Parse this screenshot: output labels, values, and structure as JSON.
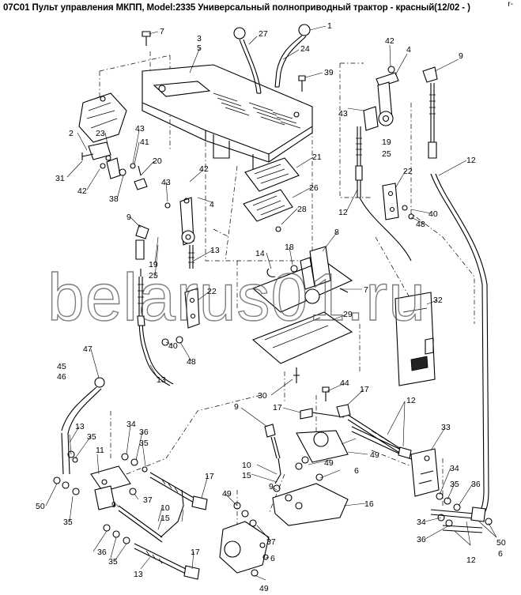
{
  "header": {
    "title": "07C01 Пульт управления МКПП, Model:2335 Универсальный полноприводный трактор - красный(12/02 - )",
    "corner_mark": "r-"
  },
  "watermark": "belarus01.ru",
  "callouts": [
    "7",
    "27",
    "1",
    "3",
    "5",
    "24",
    "42",
    "4",
    "9",
    "39",
    "43",
    "19",
    "25",
    "2",
    "23",
    "43",
    "41",
    "20",
    "31",
    "42",
    "38",
    "42",
    "43",
    "4",
    "21",
    "26",
    "28",
    "22",
    "40",
    "48",
    "12",
    "12",
    "9",
    "19",
    "25",
    "13",
    "22",
    "8",
    "18",
    "14",
    "7",
    "32",
    "29",
    "40",
    "48",
    "47",
    "45",
    "46",
    "13",
    "30",
    "44",
    "17",
    "9",
    "17",
    "12",
    "33",
    "13",
    "35",
    "11",
    "34",
    "36",
    "35",
    "37",
    "49",
    "6",
    "10",
    "15",
    "9",
    "50",
    "35",
    "9",
    "10",
    "15",
    "17",
    "49",
    "37",
    "6",
    "34",
    "35",
    "36",
    "16",
    "34",
    "36",
    "13",
    "17",
    "49",
    "35",
    "36",
    "50",
    "12",
    "6",
    "49"
  ]
}
